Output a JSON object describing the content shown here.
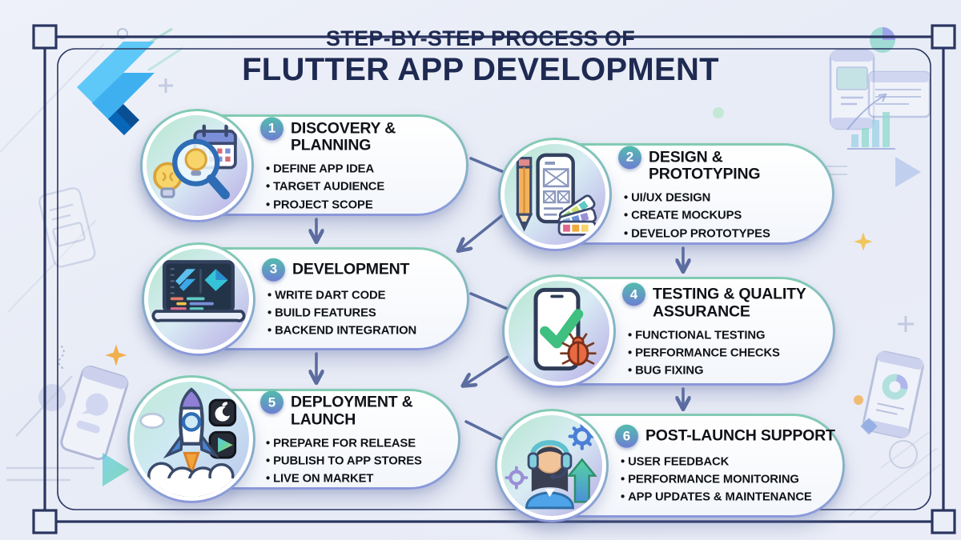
{
  "title": {
    "line1": "STEP-BY-STEP PROCESS OF",
    "line2": "FLUTTER APP DEVELOPMENT"
  },
  "steps": [
    {
      "number": "1",
      "title": "DISCOVERY & PLANNING",
      "icon": "magnifier-bulb-calendar-icon",
      "bullets": [
        "DEFINE APP IDEA",
        "TARGET AUDIENCE",
        "PROJECT SCOPE"
      ]
    },
    {
      "number": "2",
      "title": "DESIGN & PROTOTYPING",
      "icon": "pencil-wireframe-swatches-icon",
      "bullets": [
        "UI/UX DESIGN",
        "CREATE MOCKUPS",
        "DEVELOP PROTOTYPES"
      ]
    },
    {
      "number": "3",
      "title": "DEVELOPMENT",
      "icon": "laptop-code-icon",
      "bullets": [
        "WRITE DART CODE",
        "BUILD FEATURES",
        "BACKEND INTEGRATION"
      ]
    },
    {
      "number": "4",
      "title": "TESTING & QUALITY ASSURANCE",
      "icon": "phone-check-bug-icon",
      "bullets": [
        "FUNCTIONAL TESTING",
        "PERFORMANCE CHECKS",
        "BUG FIXING"
      ]
    },
    {
      "number": "5",
      "title": "DEPLOYMENT & LAUNCH",
      "icon": "rocket-launch-icon",
      "bullets": [
        "PREPARE FOR RELEASE",
        "PUBLISH TO APP STORES",
        "LIVE ON MARKET"
      ]
    },
    {
      "number": "6",
      "title": "POST-LAUNCH SUPPORT",
      "icon": "support-agent-icon",
      "bullets": [
        "USER FEEDBACK",
        "PERFORMANCE MONITORING",
        "APP UPDATES & MAINTENANCE"
      ]
    }
  ],
  "colors": {
    "background": "#eaeef7",
    "frame": "#2a3560",
    "title_text": "#1f2a52",
    "card_text": "#0f1217",
    "card_border_top": "#82ccb3",
    "card_border_bottom": "#8c98db",
    "badge_top": "#52bcae",
    "badge_bottom": "#6e7ed2",
    "arrow": "#5c6da0"
  }
}
